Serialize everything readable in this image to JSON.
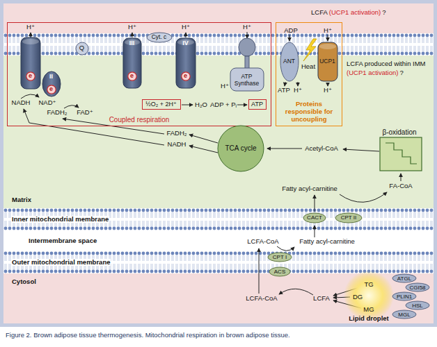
{
  "diagram": {
    "caption": "Figure 2. Brown adipose tissue thermogenesis. Mitochondrial respiration in brown adipose tissue.",
    "nodes": [
      {
        "text": [
          "Coupled respiration"
        ]
      },
      {
        "text": [
          "e"
        ],
        "in": 0
      },
      {
        "text": [
          "II"
        ],
        "in": 0
      },
      {
        "text": [
          "e"
        ],
        "in": 2
      },
      {
        "text": [
          "Q"
        ],
        "in": 0
      },
      {
        "text": [
          "III"
        ],
        "in": 0
      },
      {
        "text": [
          "e"
        ],
        "in": 5
      },
      {
        "text": [
          "Cyt. c"
        ],
        "in": 0
      },
      {
        "text": [
          "IV"
        ],
        "in": 0
      },
      {
        "text": [
          "e"
        ],
        "in": 8
      },
      {
        "text": [
          "ATP Synthase"
        ],
        "in": 0
      },
      {
        "text": [
          "½O₂ + 2H⁺"
        ],
        "in": 0
      },
      {
        "text": [
          "ATP"
        ],
        "in": 0
      },
      {
        "text": [
          "Proteins responsible for uncoupling"
        ]
      },
      {
        "text": [
          "ANT"
        ],
        "in": 13
      },
      {
        "text": [
          "UCP1"
        ],
        "in": 13
      },
      {
        "text": [
          "TCA cycle"
        ]
      },
      {
        "text": [
          "β-oxidation"
        ]
      },
      {
        "text": [
          "CACT"
        ]
      },
      {
        "text": [
          "CPT II"
        ]
      },
      {
        "text": [
          "CPT I"
        ]
      },
      {
        "text": [
          "ACS"
        ]
      },
      {
        "text": [
          "Lipid droplet"
        ]
      },
      {
        "text": [
          "ATGL"
        ]
      },
      {
        "text": [
          "CGI58"
        ]
      },
      {
        "text": [
          "PLIN1"
        ]
      },
      {
        "text": [
          "HSL"
        ]
      },
      {
        "text": [
          "MGL"
        ]
      }
    ],
    "labels": [
      "LCFA",
      "(UCP1 activation)",
      "?",
      "LCFA produced within IMM",
      "(UCP1 activation)",
      "?",
      "H⁺",
      "H⁺",
      "H⁺",
      "H⁺",
      "NADH",
      "NAD⁺",
      "FADH₂",
      "FAD⁺",
      "H₂O",
      "ADP + Pᵢ",
      "H⁺",
      "ADP",
      "Heat",
      "H⁺",
      "ATP",
      "H⁺",
      "H⁺",
      "FADH₂",
      "NADH",
      "Acetyl-CoA",
      "FA-CoA",
      "Fatty acyl-carnitine",
      "Matrix",
      "Inner mitochondrial membrane",
      "Intermembrane space",
      "Outer mitochondrial membrane",
      "Cytosol",
      "LCFA-CoA",
      "Fatty acyl-carnitine",
      "LCFA-CoA",
      "LCFA",
      "TG",
      "DG",
      "MG"
    ]
  }
}
